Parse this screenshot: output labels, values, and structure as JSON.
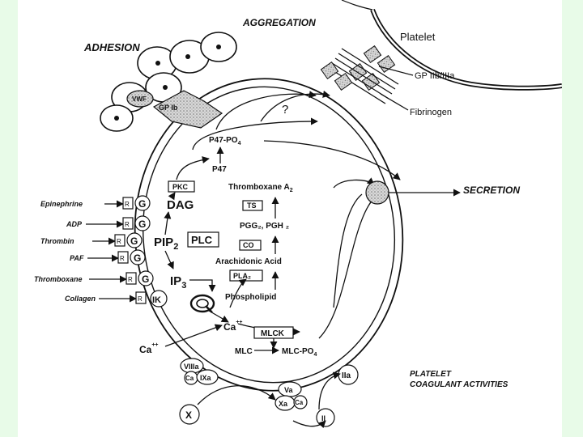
{
  "headings": {
    "adhesion": "ADHESION",
    "aggregation": "AGGREGATION",
    "secretion": "SECRETION",
    "coagulant_line1": "PLATELET",
    "coagulant_line2": "COAGULANT ACTIVITIES"
  },
  "top_right": {
    "platelet": "Platelet",
    "gp_iib_iiia": "GP IIb/IIIa",
    "fibrinogen": "Fibrinogen",
    "question": "?"
  },
  "adhesion_labels": {
    "vwf": "VWF",
    "gp_ib": "GP Ib"
  },
  "agonists": [
    "Epinephrine",
    "ADP",
    "Thrombin",
    "PAF",
    "Thromboxane",
    "Collagen"
  ],
  "receptor_labels": {
    "r": "R",
    "g": "G",
    "ik": "IK"
  },
  "signaling": {
    "p47po4": "P47-PO",
    "p47po4_sub": "4",
    "p47": "P47",
    "pkc": "PKC",
    "dag": "DAG",
    "pip": "PIP",
    "pip_sub": "2",
    "plc": "PLC",
    "ip": "IP",
    "ip_sub": "3",
    "ca_inner": "Ca",
    "ca_outer": "Ca",
    "ca_sup": "++",
    "mlck": "MLCK",
    "mlc": "MLC",
    "mlcpo4": "MLC-PO",
    "mlcpo4_sub": "4"
  },
  "arachidonic": {
    "thromboxane_a2": "Thromboxane  A",
    "a2_sub": "2",
    "ts": "TS",
    "pgg2_pgh2": "PGG₂, PGH ₂",
    "co": "CO",
    "arachidonic_acid": "Arachidonic Acid",
    "pla2": "PLA₂",
    "phospholipid": "Phospholipid"
  },
  "coagulation": {
    "viiia": "VIIIa",
    "ca1": "Ca",
    "ixa": "IXa",
    "va": "Va",
    "xa": "Xa",
    "ca2": "Ca",
    "iia": "IIa",
    "x": "X",
    "ii": "II"
  }
}
